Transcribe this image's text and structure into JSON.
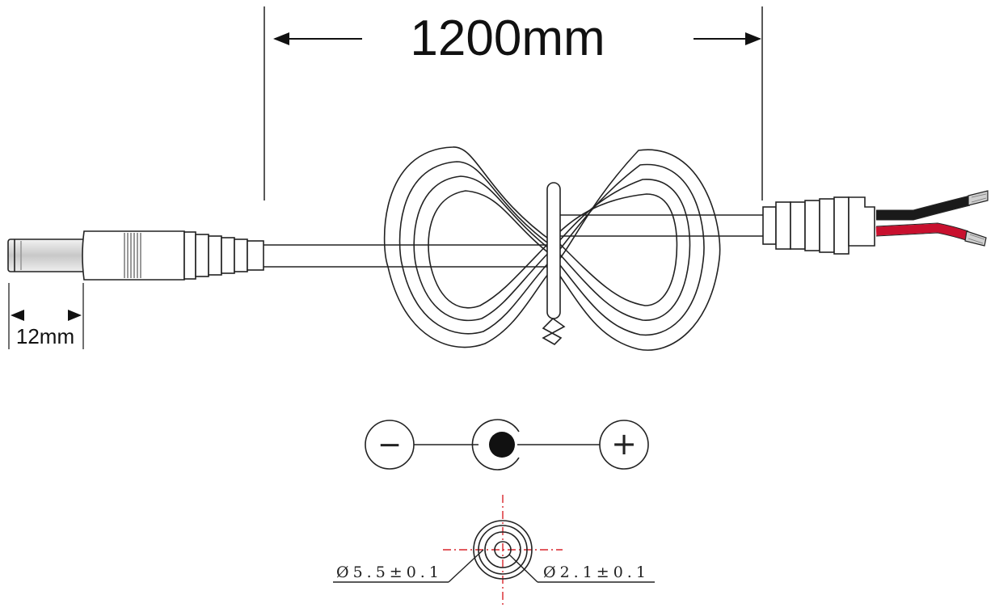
{
  "dimensions": {
    "cable_length": "1200mm",
    "plug_length": "12mm"
  },
  "polarity": {
    "negative_symbol": "−",
    "positive_symbol": "+"
  },
  "plug_specs": {
    "outer_diameter": "Ø5.5±0.1",
    "inner_diameter": "Ø2.1±0.1"
  },
  "colors": {
    "line": "#222222",
    "wire_black": "#1a1a1a",
    "wire_red": "#c8102e",
    "centerline": "#d9252c",
    "copper": "#b8b8b8"
  }
}
